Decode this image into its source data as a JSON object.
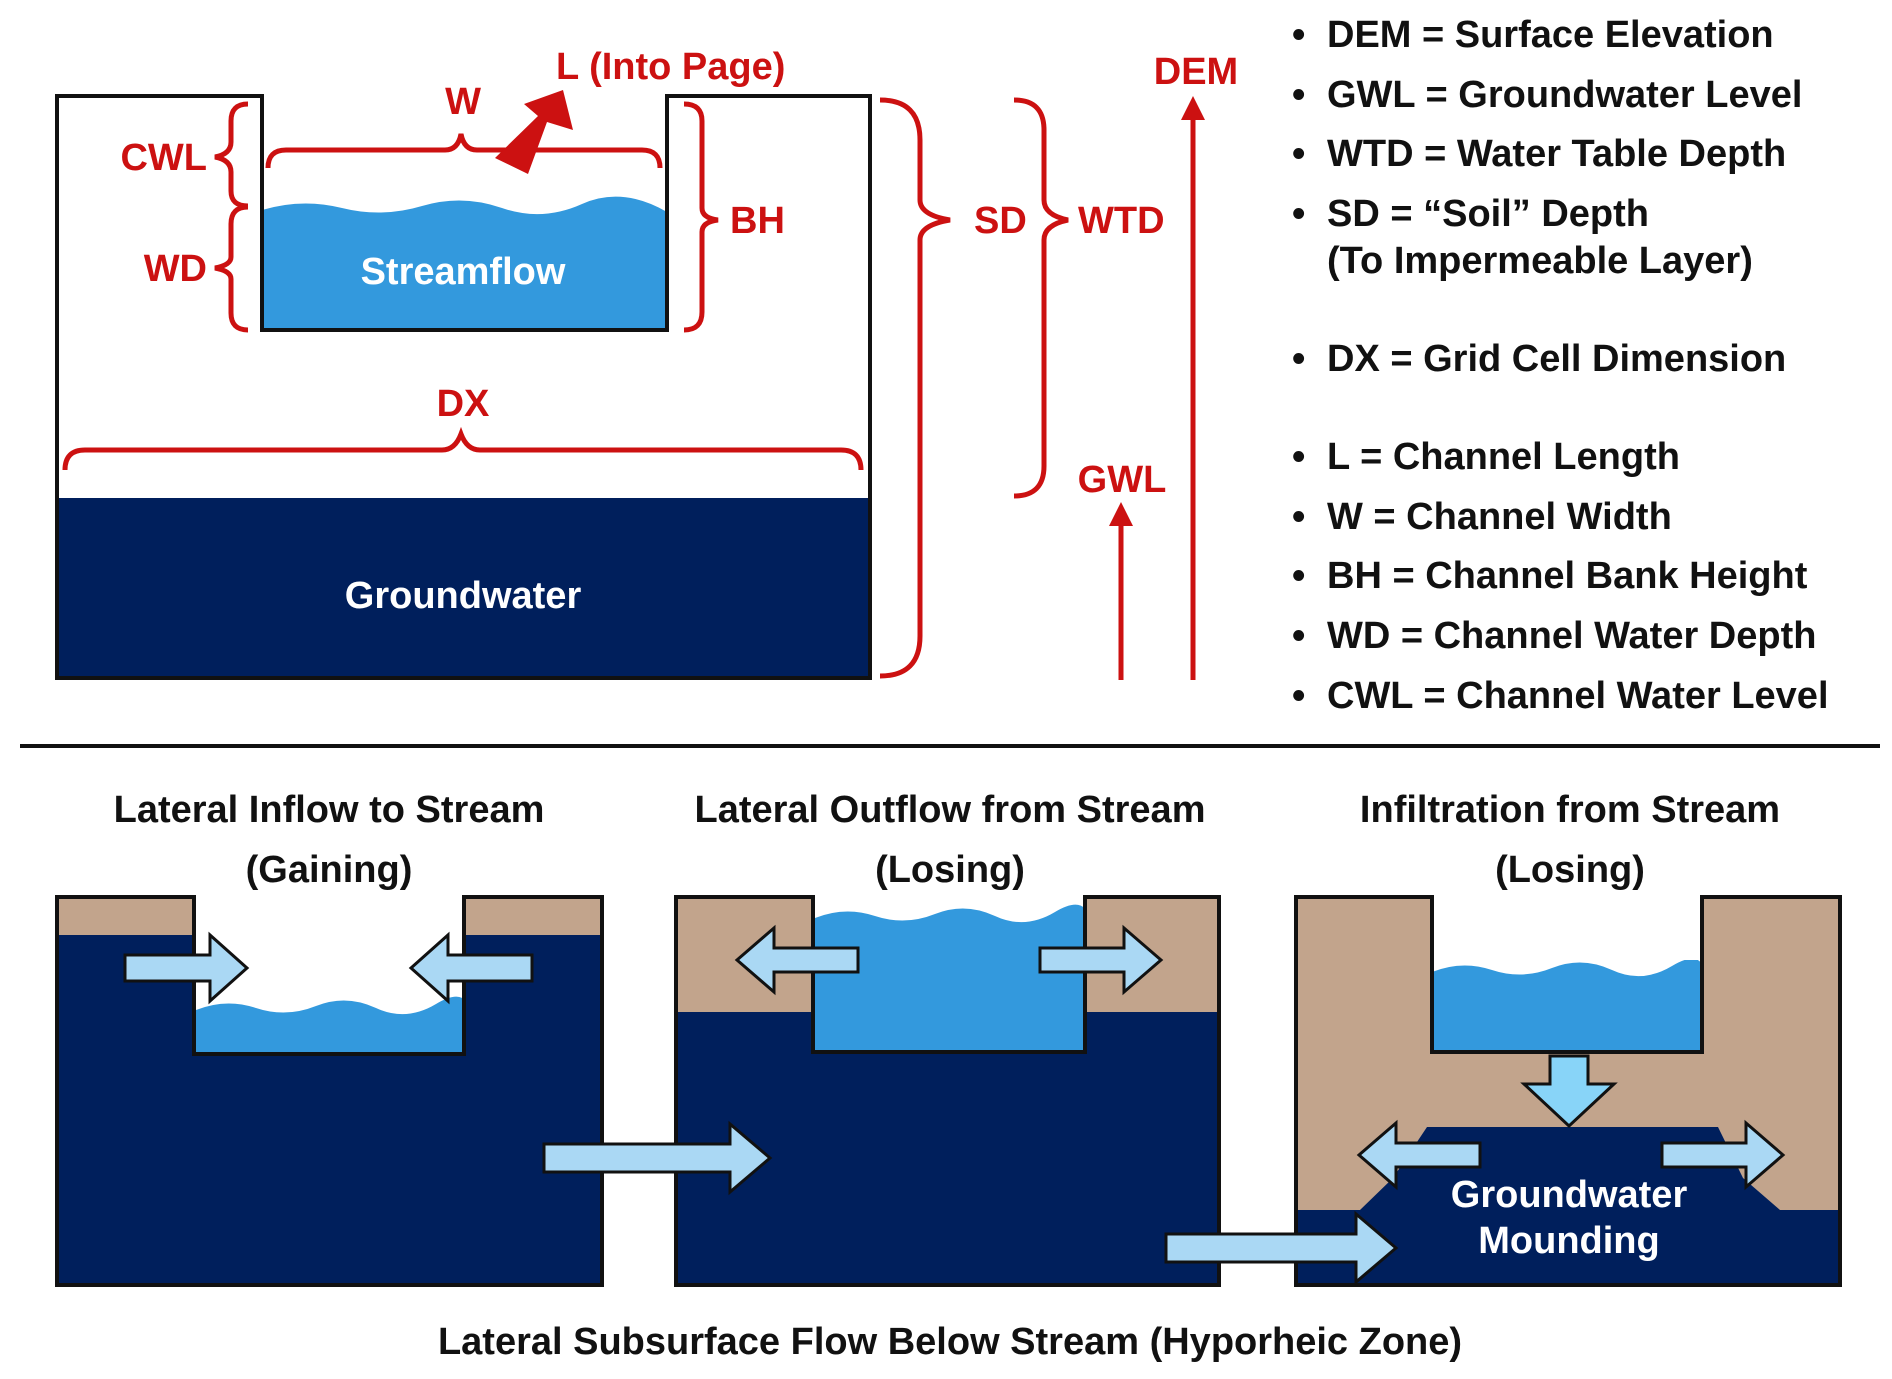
{
  "colors": {
    "red": "#cc1111",
    "deep_blue": "#001f5c",
    "water_blue": "#3399dd",
    "soil": "#c2a48c",
    "arrow_blue": "#aad8f4",
    "down_arrow_blue": "#88d4f8",
    "outline": "#111111"
  },
  "top": {
    "labels": {
      "w": "W",
      "l": "L (Into Page)",
      "cwl": "CWL",
      "wd": "WD",
      "bh": "BH",
      "sd": "SD",
      "wtd": "WTD",
      "dem": "DEM",
      "gwl": "GWL",
      "dx": "DX"
    },
    "streamflow": "Streamflow",
    "groundwater": "Groundwater"
  },
  "legend": [
    "DEM = Surface Elevation",
    "GWL = Groundwater Level",
    "WTD = Water Table Depth",
    "SD = “Soil” Depth",
    "(To Impermeable Layer)",
    "DX = Grid Cell Dimension",
    "L = Channel Length",
    "W = Channel Width",
    "BH = Channel Bank Height",
    "WD = Channel Water Depth",
    "CWL = Channel Water Level"
  ],
  "bullet": "•",
  "panels": [
    {
      "title_line1": "Lateral Inflow to Stream",
      "title_line2": "(Gaining)"
    },
    {
      "title_line1": "Lateral Outflow from Stream",
      "title_line2": "(Losing)"
    },
    {
      "title_line1": "Infiltration from Stream",
      "title_line2": "(Losing)"
    }
  ],
  "mounding": {
    "line1": "Groundwater",
    "line2": "Mounding"
  },
  "bottom_caption": "Lateral Subsurface Flow Below Stream (Hyporheic Zone)"
}
